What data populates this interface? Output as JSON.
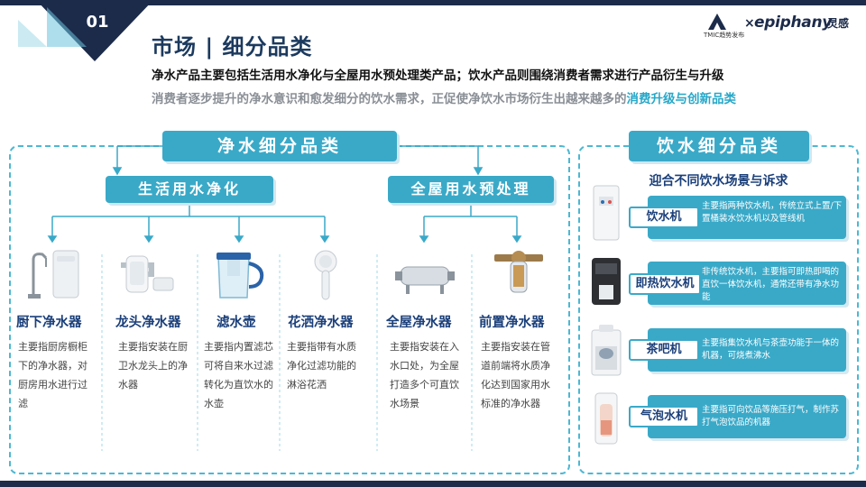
{
  "header": {
    "section_number": "01",
    "title": "市场 | 细分品类",
    "brand_tmic": "TMIC趋势发布",
    "brand_x": "×",
    "brand_epiphany": "epiphany",
    "brand_ling": "灵感"
  },
  "subtitle_line1": "净水产品主要包括生活用水净化与全屋用水预处理类产品；饮水产品则围绕消费者需求进行产品衍生与升级",
  "subtitle_line2_plain": "消费者逐步提升的净水意识和愈发细分的饮水需求，正促使净饮水市场衍生出越来越多的",
  "subtitle_line2_highlight": "消费升级与创新品类",
  "left_panel": {
    "header": "净水细分品类",
    "group_life": "生活用水净化",
    "group_house": "全屋用水预处理",
    "products": [
      {
        "name": "厨下净水器",
        "desc": "主要指厨房橱柜下的净水器，对厨房用水进行过滤",
        "icon": "under-sink-purifier-icon"
      },
      {
        "name": "龙头净水器",
        "desc": "主要指安装在厨卫水龙头上的净水器",
        "icon": "faucet-purifier-icon"
      },
      {
        "name": "滤水壶",
        "desc": "主要指内置滤芯可将自来水过滤转化为直饮水的水壶",
        "icon": "filter-pitcher-icon"
      },
      {
        "name": "花洒净水器",
        "desc": "主要指带有水质净化过滤功能的淋浴花洒",
        "icon": "shower-head-icon"
      },
      {
        "name": "全屋净水器",
        "desc": "主要指安装在入水口处，为全屋打造多个可直饮水场景",
        "icon": "whole-house-purifier-icon"
      },
      {
        "name": "前置净水器",
        "desc": "主要指安装在管道前端将水质净化达到国家用水标准的净水器",
        "icon": "pre-filter-icon"
      }
    ]
  },
  "right_panel": {
    "header": "饮水细分品类",
    "subheader": "迎合不同饮水场景与诉求",
    "items": [
      {
        "name": "饮水机",
        "desc": "主要指两种饮水机，传统立式上置/下置桶装水饮水机以及管线机",
        "icon": "water-dispenser-icon"
      },
      {
        "name": "即热饮水机",
        "desc": "非传统饮水机，主要指可即热即喝的直饮一体饮水机，通常还带有净水功能",
        "icon": "instant-hot-dispenser-icon"
      },
      {
        "name": "茶吧机",
        "desc": "主要指集饮水机与茶壶功能于一体的机器，可烧煮沸水",
        "icon": "tea-bar-machine-icon"
      },
      {
        "name": "气泡水机",
        "desc": "主要指可向饮品等施压打气，制作苏打气泡饮品的机器",
        "icon": "soda-maker-icon"
      }
    ]
  },
  "colors": {
    "accent": "#3aa9c8",
    "navy": "#1c2b4a",
    "title_blue": "#1a3f7a",
    "highlight": "#27a8c9"
  }
}
